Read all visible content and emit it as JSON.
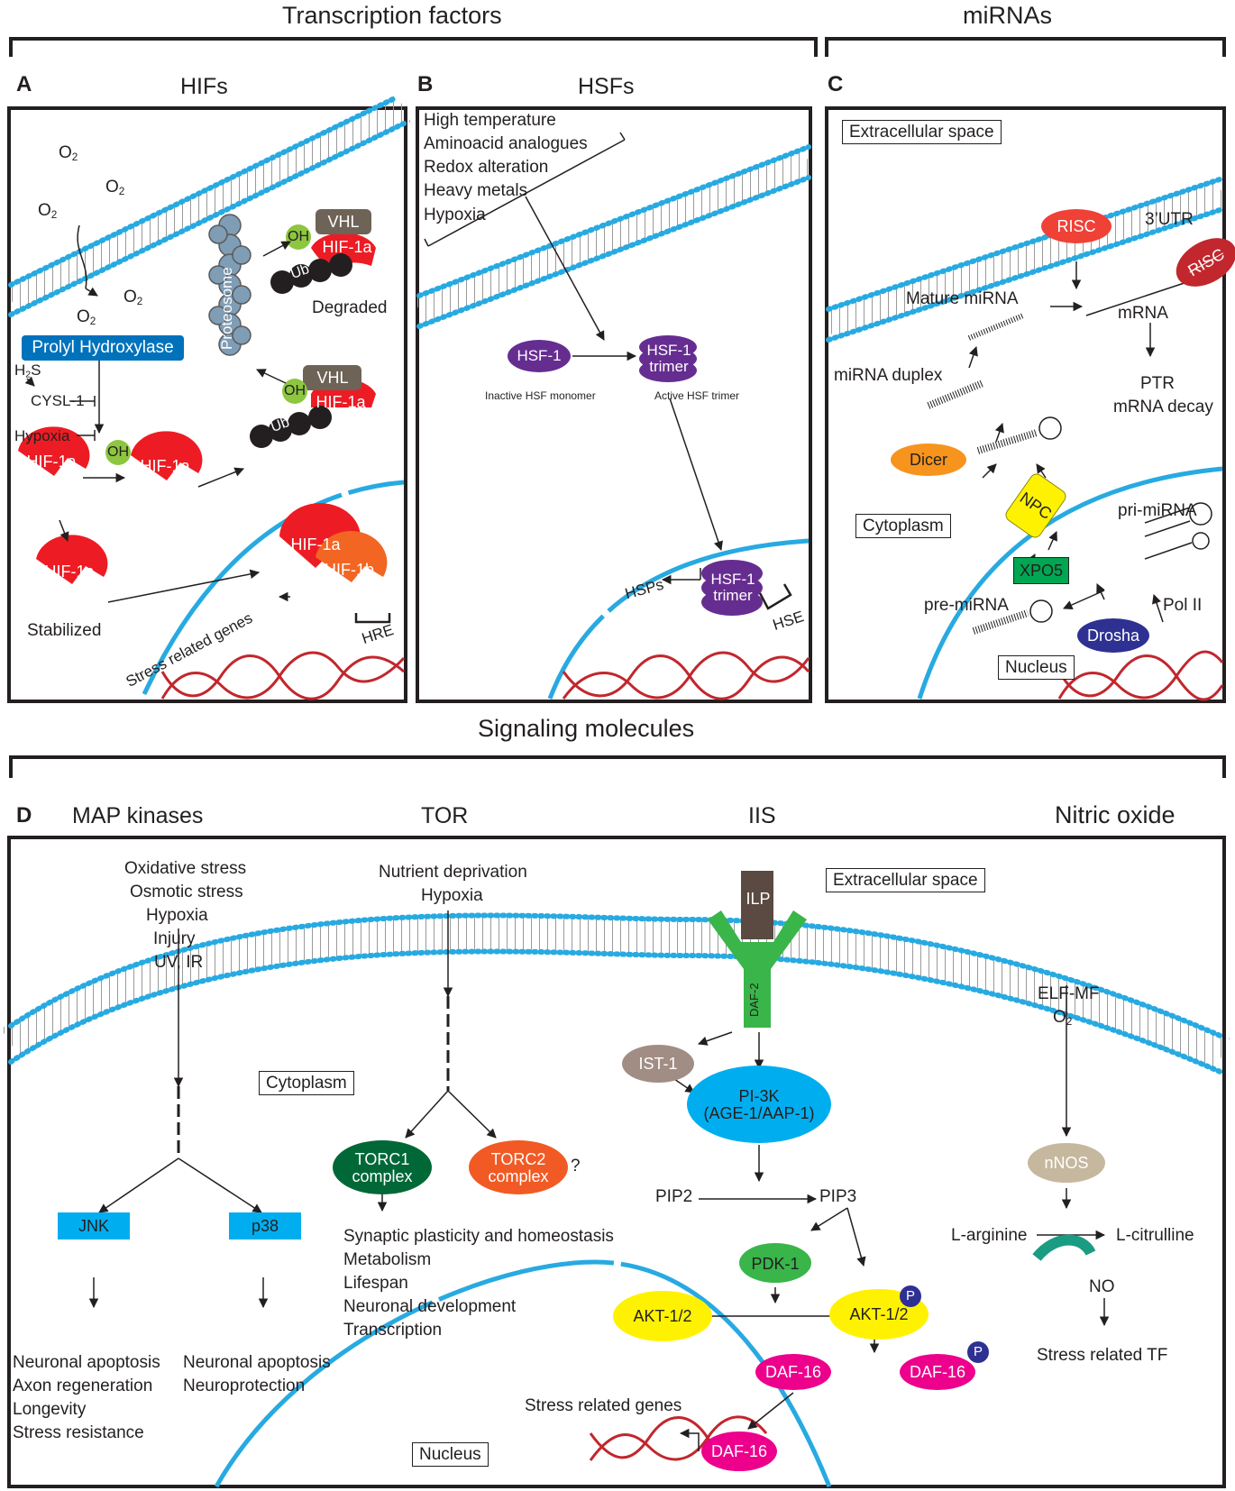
{
  "headers": {
    "transcription_factors": "Transcription factors",
    "mirnas": "miRNAs",
    "signaling": "Signaling molecules"
  },
  "panel_a": {
    "letter": "A",
    "title": "HIFs",
    "o2": "O",
    "o2_sub": "2",
    "prolyl": "Prolyl Hydroxylase",
    "h2s": "H",
    "h2s_sub": "2",
    "h2s_end": "S",
    "cysl": "CYSL-1",
    "hypoxia": "Hypoxia",
    "hif1a": "HIF-1a",
    "hif1b": "HIF-1b",
    "oh": "OH",
    "vhl": "VHL",
    "ub": "Ub",
    "proteosome": "Proteosome",
    "degraded": "Degraded",
    "stabilized": "Stabilized",
    "stress_genes": "Stress related genes",
    "hre": "HRE"
  },
  "panel_b": {
    "letter": "B",
    "title": "HSFs",
    "stimuli": [
      "High temperature",
      "Aminoacid analogues",
      "Redox alteration",
      "Heavy metals",
      "Hypoxia"
    ],
    "hsf1": "HSF-1",
    "trimer": "trimer",
    "inactive": "Inactive HSF monomer",
    "active": "Active HSF trimer",
    "hsps": "HSPs",
    "hse": "HSE"
  },
  "panel_c": {
    "letter": "C",
    "extracellular": "Extracellular space",
    "cytoplasm": "Cytoplasm",
    "nucleus": "Nucleus",
    "risc": "RISC",
    "utr": "3’UTR",
    "mature": "Mature miRNA",
    "mrna": "mRNA",
    "ptr": "PTR",
    "decay": "mRNA decay",
    "duplex": "miRNA duplex",
    "dicer": "Dicer",
    "npc": "NPC",
    "xpo5": "XPO5",
    "pri": "pri-miRNA",
    "pre": "pre-miRNA",
    "drosha": "Drosha",
    "pol2": "Pol II"
  },
  "panel_d": {
    "letter": "D",
    "map_title": "MAP kinases",
    "tor_title": "TOR",
    "iis_title": "IIS",
    "no_title": "Nitric oxide",
    "map_stimuli": [
      "Oxidative stress",
      "Osmotic stress",
      "Hypoxia",
      "Injury",
      "UV, IR"
    ],
    "tor_stimuli": [
      "Nutrient deprivation",
      "Hypoxia"
    ],
    "cytoplasm": "Cytoplasm",
    "extracellular": "Extracellular space",
    "nucleus": "Nucleus",
    "jnk": "JNK",
    "p38": "p38",
    "jnk_out": [
      "Neuronal apoptosis",
      "Axon regeneration",
      "Longevity",
      "Stress resistance"
    ],
    "p38_out": [
      "Neuronal apoptosis",
      "Neuroprotection"
    ],
    "torc1": "TORC1",
    "torc2": "TORC2",
    "complex": "complex",
    "question": "?",
    "tor_out": [
      "Synaptic plasticity and homeostasis",
      "Metabolism",
      "Lifespan",
      "Neuronal development",
      "Transcription"
    ],
    "ilp": "ILP",
    "daf2": "DAF-2",
    "ist1": "IST-1",
    "pi3k": "PI-3K",
    "age1": "(AGE-1/AAP-1)",
    "pip2": "PIP2",
    "pip3": "PIP3",
    "pdk1": "PDK-1",
    "akt": "AKT-1/2",
    "p": "P",
    "daf16": "DAF-16",
    "stress_genes": "Stress related genes",
    "elf": "ELF-MF",
    "o2": "O",
    "o2_sub": "2",
    "nnos": "nNOS",
    "larg": "L-arginine",
    "lcit": "L-citrulline",
    "no": "NO",
    "stress_tf": "Stress related TF"
  }
}
